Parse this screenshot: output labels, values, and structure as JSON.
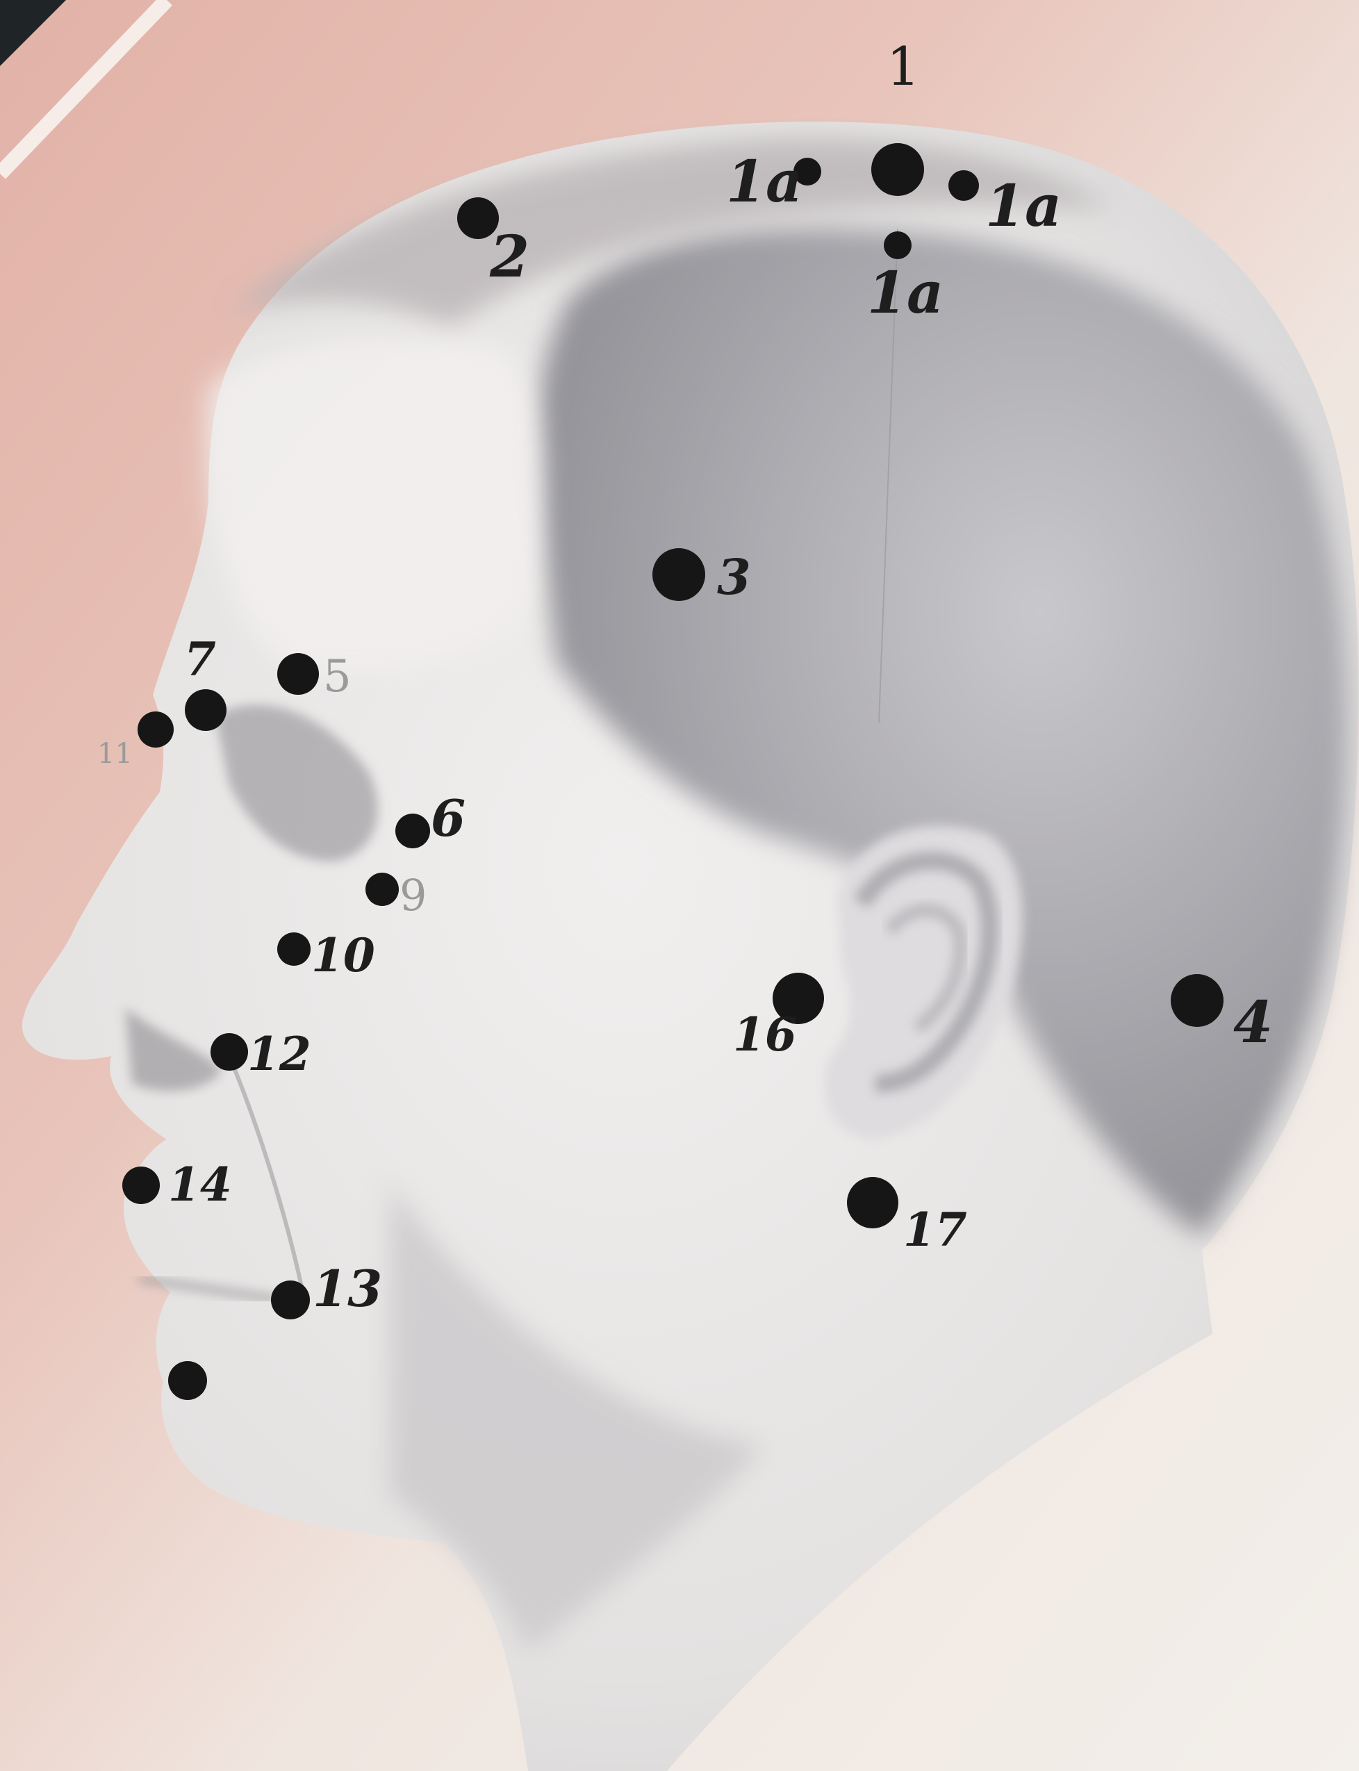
{
  "diagram": {
    "top_label": "1",
    "points": [
      {
        "id": "p1",
        "label": ""
      },
      {
        "id": "p1a-left",
        "label": "1a"
      },
      {
        "id": "p1a-right",
        "label": "1a"
      },
      {
        "id": "p1a-below",
        "label": "1a"
      },
      {
        "id": "p2",
        "label": "2"
      },
      {
        "id": "p3",
        "label": "3"
      },
      {
        "id": "p4",
        "label": "4"
      },
      {
        "id": "p5",
        "label": "5"
      },
      {
        "id": "p6",
        "label": "6"
      },
      {
        "id": "p7",
        "label": "7"
      },
      {
        "id": "p9",
        "label": "9"
      },
      {
        "id": "p10",
        "label": "10"
      },
      {
        "id": "p11",
        "label": "11"
      },
      {
        "id": "p12",
        "label": "12"
      },
      {
        "id": "p13",
        "label": "13"
      },
      {
        "id": "p14",
        "label": "14"
      },
      {
        "id": "p15",
        "label": ""
      },
      {
        "id": "p16",
        "label": "16"
      },
      {
        "id": "p17",
        "label": "17"
      }
    ],
    "colors": {
      "paper": "#f1ece7",
      "pink_wash": "#e6b9ae",
      "skin_light": "#ebe8e6",
      "hair_shadow": "#9c9c9f",
      "dot": "#161616"
    }
  }
}
